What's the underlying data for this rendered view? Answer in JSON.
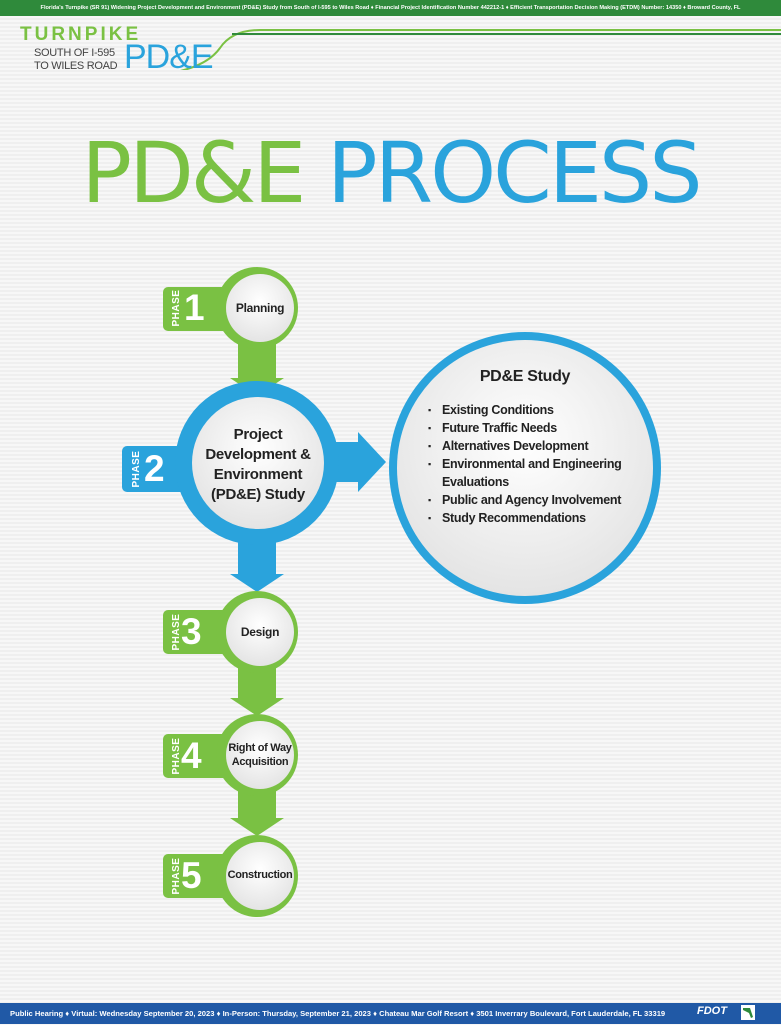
{
  "header": {
    "banner": "Florida's Turnpike (SR 91) Widening Project Development and Environment (PD&E) Study from South of I-595 to Wiles Road  ♦  Financial Project Identification Number 442212-1  ♦  Efficient Transportation Decision Making (ETDM) Number: 14350  ♦  Broward County, FL"
  },
  "logo": {
    "turnpike": "TURNPIKE",
    "line1": "SOUTH OF I-595",
    "line2": "TO WILES ROAD",
    "pde": "PD&E"
  },
  "title": {
    "part1": "PD&E",
    "part2": "PROCESS"
  },
  "phases": [
    {
      "word": "PHASE",
      "number": "1",
      "label": "Planning"
    },
    {
      "word": "PHASE",
      "number": "2",
      "label": "Project Development & Environment (PD&E) Study"
    },
    {
      "word": "PHASE",
      "number": "3",
      "label": "Design"
    },
    {
      "word": "PHASE",
      "number": "4",
      "label": "Right of Way Acquisition"
    },
    {
      "word": "PHASE",
      "number": "5",
      "label": "Construction"
    }
  ],
  "study": {
    "title": "PD&E Study",
    "items": [
      "Existing Conditions",
      "Future Traffic Needs",
      "Alternatives Development",
      "Environmental and Engineering Evaluations",
      "Public and Agency Involvement",
      "Study Recommendations"
    ]
  },
  "footer": {
    "text": "Public Hearing  ♦  Virtual: Wednesday September 20, 2023  ♦  In-Person: Thursday, September 21, 2023  ♦  Chateau Mar Golf Resort  ♦  3501 Inverrary Boulevard, Fort Lauderdale, FL 33319",
    "fdot": "FDOT"
  },
  "colors": {
    "green": "#7ac143",
    "blue": "#2aa3dc",
    "dark_green": "#2f8a3b",
    "footer_blue": "#2059a6"
  }
}
